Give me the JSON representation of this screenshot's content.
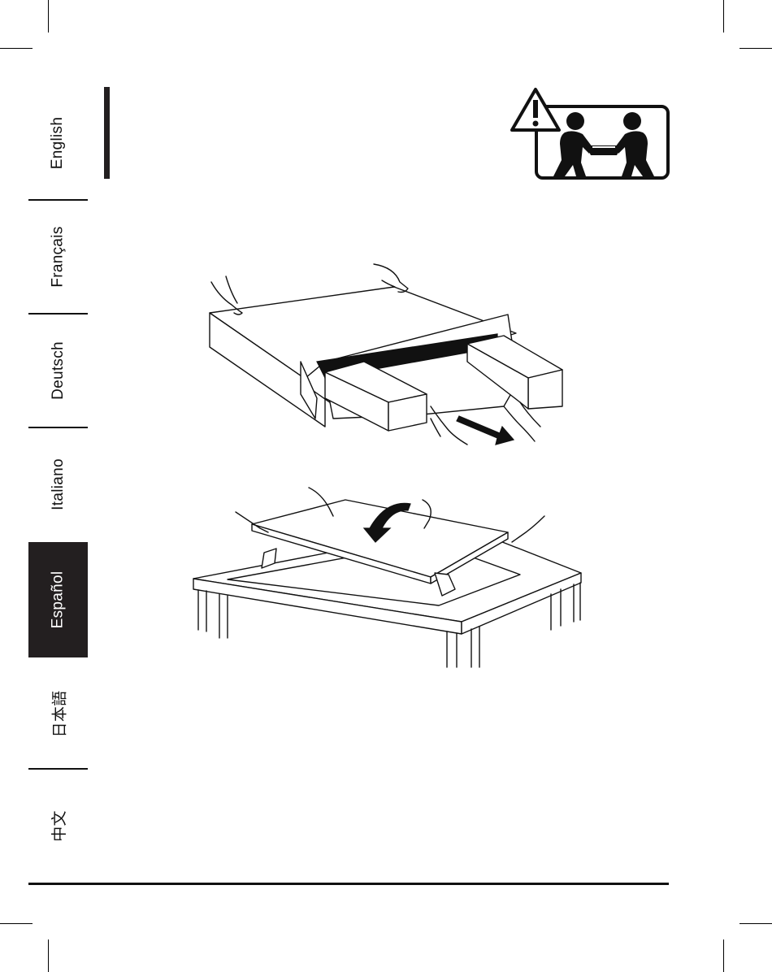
{
  "language_tabs": [
    {
      "label": "English",
      "active": false
    },
    {
      "label": "Français",
      "active": false
    },
    {
      "label": "Deutsch",
      "active": false
    },
    {
      "label": "Italiano",
      "active": false
    },
    {
      "label": "Español",
      "active": true
    },
    {
      "label": "日本語",
      "active": false
    },
    {
      "label": "中文",
      "active": false
    }
  ],
  "icons": {
    "warning": "two-person-lift-warning-icon",
    "step1": "remove-tabletop-from-box-illustration",
    "step2": "place-tabletop-on-frame-illustration"
  },
  "colors": {
    "tab_active_bg": "#231f20",
    "ink": "#111111"
  }
}
